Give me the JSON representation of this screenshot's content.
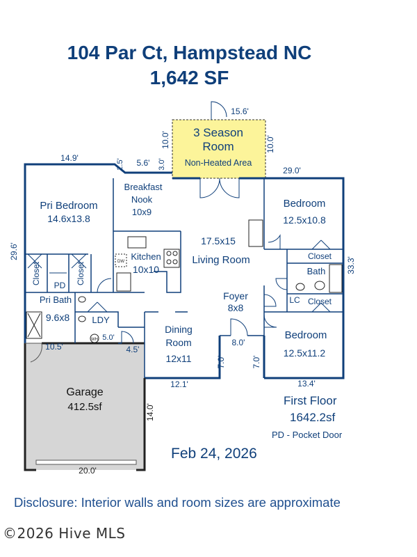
{
  "title": {
    "address": "104 Par Ct, Hampstead NC",
    "area": "1,642 SF"
  },
  "rooms": [
    {
      "id": "season",
      "name": "3 Season",
      "name2": "Room",
      "note": "Non-Heated Area"
    },
    {
      "id": "bednook",
      "name": "Breakfast",
      "name2": "Nook",
      "size": "10x9"
    },
    {
      "id": "pri",
      "name": "Pri Bedroom",
      "size": "14.6x13.8"
    },
    {
      "id": "living",
      "name": "Living Room",
      "size": "17.5x15"
    },
    {
      "id": "kitchen",
      "name": "Kitchen",
      "size": "10x10"
    },
    {
      "id": "bed1",
      "name": "Bedroom",
      "size": "12.5x10.8"
    },
    {
      "id": "bed2",
      "name": "Bedroom",
      "size": "12.5x11.2"
    },
    {
      "id": "foyer",
      "name": "Foyer",
      "size": "8x8"
    },
    {
      "id": "dining",
      "name": "Dining",
      "name2": "Room",
      "size": "12x11"
    },
    {
      "id": "pribath",
      "name": "Pri Bath",
      "size": "9.6x8"
    },
    {
      "id": "garage",
      "name": "Garage",
      "size": "412.5sf"
    }
  ],
  "labels": {
    "closet": "Closet",
    "pd": "PD",
    "ldy": "LDY",
    "bath": "Bath",
    "lc": "LC",
    "wh": "WH",
    "dw": "DW"
  },
  "dimensions": {
    "season_top": "15.6'",
    "season_left": "10.0'",
    "season_right": "10.0'",
    "pri_top": "14.9'",
    "notch_a": "2.5'",
    "notch_b": "5.6'",
    "notch_c": "3.0'",
    "right_top": "29.0'",
    "left_side": "29.6'",
    "right_side": "33.3'",
    "garage_top": "10.5'",
    "wh_dim": "5.0'",
    "small": "4.5'",
    "foyer_w": "8.0'",
    "foyer_l": "7.0'",
    "foyer_r": "7.0'",
    "dining_bottom": "12.1'",
    "bed2_bottom": "13.4'",
    "garage_side": "14.0'",
    "garage_bottom": "20.0'"
  },
  "first_floor": {
    "label": "First Floor",
    "area": "1642.2sf",
    "legend": "PD - Pocket Door"
  },
  "date": "Feb 24, 2026",
  "disclosure": "Disclosure: Interior walls and room sizes are approximate",
  "copyright": "©2026 Hive MLS",
  "colors": {
    "wall": "#0f3f7a",
    "text": "#0f3f7a",
    "season_fill": "#fcf49a",
    "garage_fill": "#d6d6d6"
  }
}
